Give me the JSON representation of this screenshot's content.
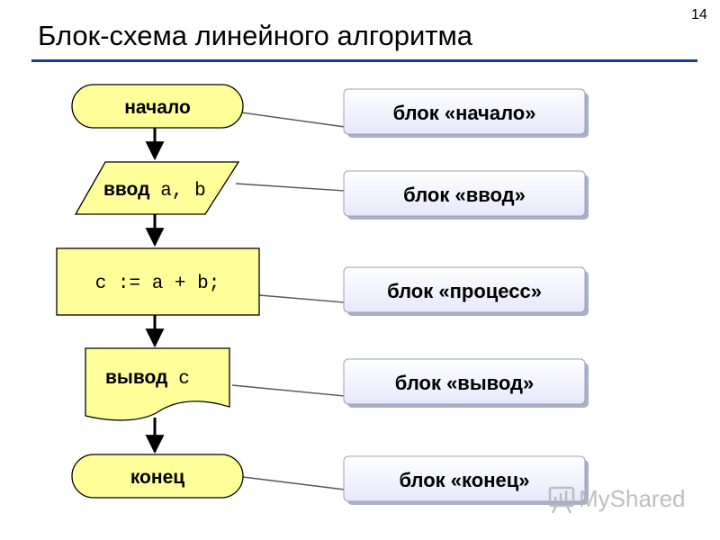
{
  "slide": {
    "number": "14",
    "title": "Блок-схема линейного алгоритма"
  },
  "flowchart": {
    "start": {
      "label": "начало"
    },
    "input": {
      "keyword": "ввод",
      "vars": "a, b"
    },
    "process": {
      "code": "c := a + b;"
    },
    "output": {
      "keyword": "вывод",
      "vars": "c"
    },
    "end": {
      "label": "конец"
    }
  },
  "callouts": [
    {
      "label": "блок «начало»"
    },
    {
      "label": "блок «ввод»"
    },
    {
      "label": "блок «процесс»"
    },
    {
      "label": "блок «вывод»"
    },
    {
      "label": "блок «конец»"
    }
  ],
  "colors": {
    "block_fill": "#ffff99",
    "callout_fill": "#eef0ff",
    "title_rule": "#1f3a93"
  },
  "watermark": {
    "text": "MyShared"
  }
}
